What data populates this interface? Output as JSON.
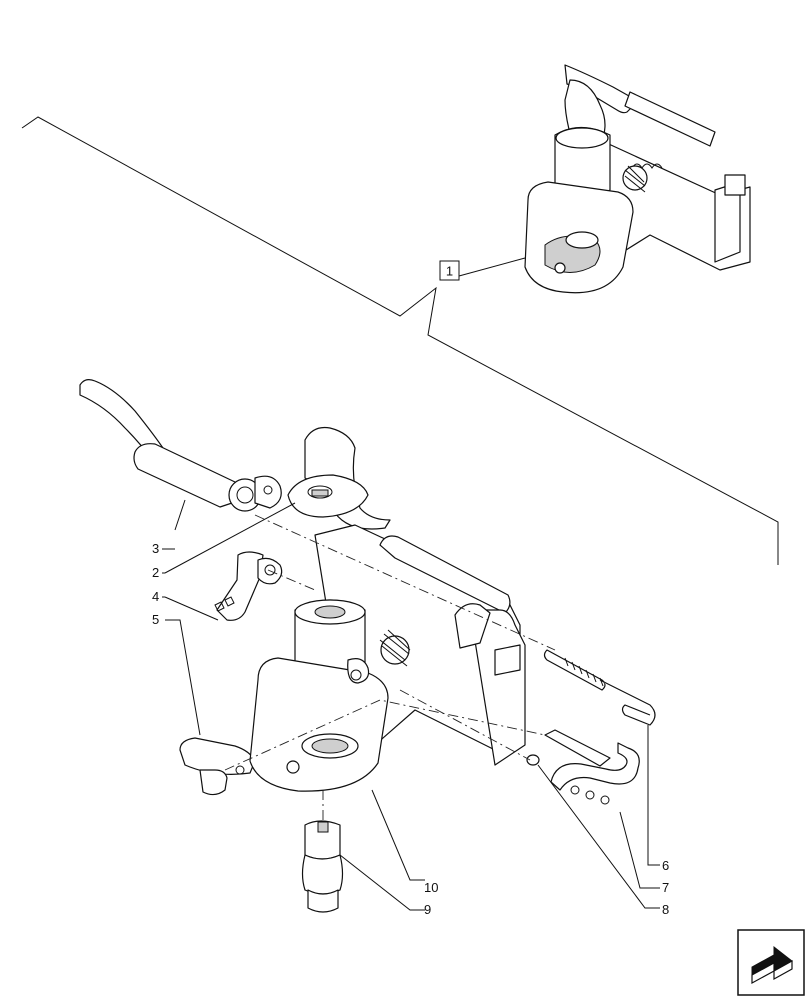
{
  "diagram": {
    "assembly_ref": "1",
    "callouts": [
      {
        "id": "c3",
        "text": "3"
      },
      {
        "id": "c2",
        "text": "2"
      },
      {
        "id": "c4",
        "text": "4"
      },
      {
        "id": "c5",
        "text": "5"
      },
      {
        "id": "c6",
        "text": "6"
      },
      {
        "id": "c7",
        "text": "7"
      },
      {
        "id": "c8",
        "text": "8"
      },
      {
        "id": "c9",
        "text": "9"
      },
      {
        "id": "c10",
        "text": "10"
      }
    ]
  },
  "nav": {
    "icon": "next-page-arrow-icon"
  }
}
